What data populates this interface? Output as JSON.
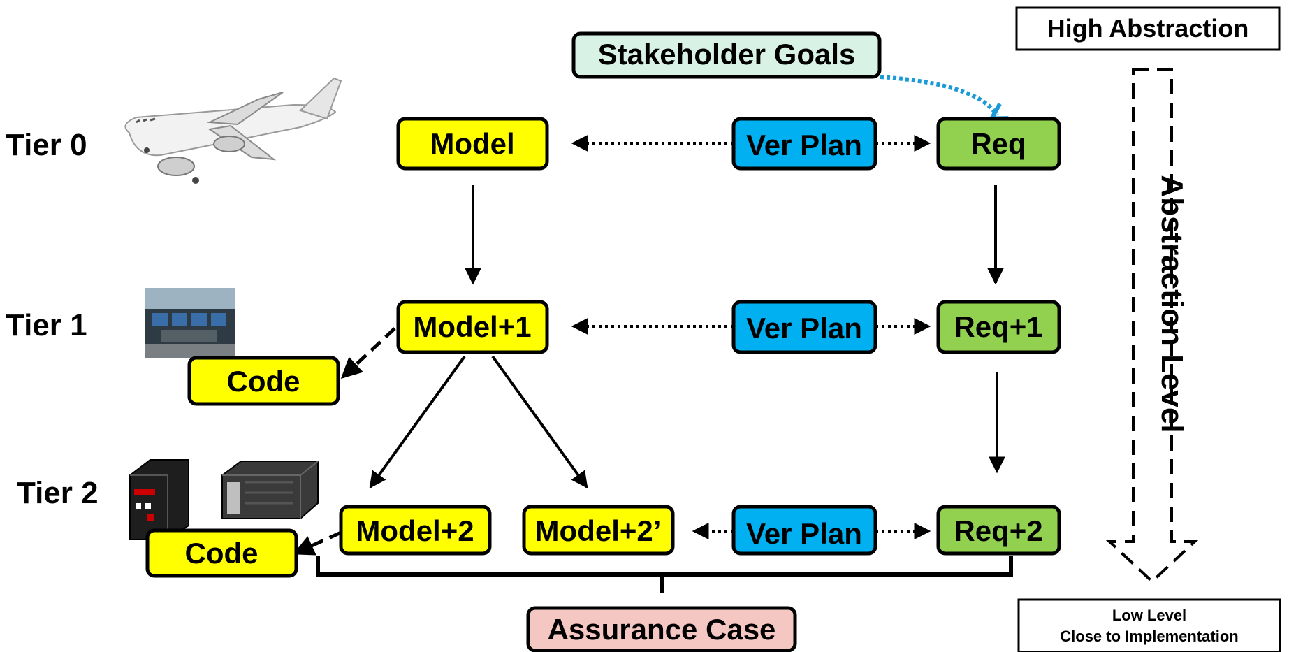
{
  "diagram": {
    "tiers": {
      "tier0": "Tier 0",
      "tier1": "Tier 1",
      "tier2": "Tier 2"
    },
    "nodes": {
      "stakeholder_goals": "Stakeholder Goals",
      "model": "Model",
      "model1": "Model+1",
      "model2": "Model+2",
      "model2p": "Model+2’",
      "code1": "Code",
      "code2": "Code",
      "verplan0": "Ver Plan",
      "verplan1": "Ver Plan",
      "verplan2": "Ver Plan",
      "req": "Req",
      "req1": "Req+1",
      "req2": "Req+2",
      "assurance_case": "Assurance Case"
    },
    "abstraction": {
      "high": "High Abstraction",
      "axis_label": "Abstraction Level",
      "low_line1": "Low Level",
      "low_line2": "Close to Implementation"
    },
    "colors": {
      "model": "#ffff00",
      "verplan": "#00b0f0",
      "req": "#92d050",
      "stakeholder": "#d9f2e6",
      "assurance": "#f4c7c3",
      "goal_arrow": "#1a9ad6"
    }
  }
}
